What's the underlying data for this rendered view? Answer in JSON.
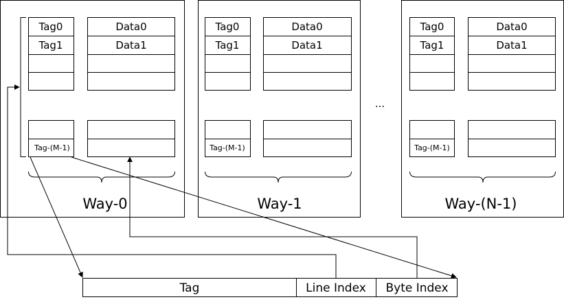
{
  "ways": [
    {
      "label": "Way-0",
      "tags": [
        "Tag0",
        "Tag1",
        "",
        "",
        "",
        "Tag-(M-1)"
      ],
      "data": [
        "Data0",
        "Data1",
        "",
        "",
        "",
        ""
      ]
    },
    {
      "label": "Way-1",
      "tags": [
        "Tag0",
        "Tag1",
        "",
        "",
        "",
        "Tag-(M-1)"
      ],
      "data": [
        "Data0",
        "Data1",
        "",
        "",
        "",
        ""
      ]
    },
    {
      "label": "Way-(N-1)",
      "tags": [
        "Tag0",
        "Tag1",
        "",
        "",
        "",
        "Tag-(M-1)"
      ],
      "data": [
        "Data0",
        "Data1",
        "",
        "",
        "",
        ""
      ]
    }
  ],
  "ellipsis": "...",
  "address": {
    "tag": "Tag",
    "line_index": "Line Index",
    "byte_index": "Byte Index"
  }
}
